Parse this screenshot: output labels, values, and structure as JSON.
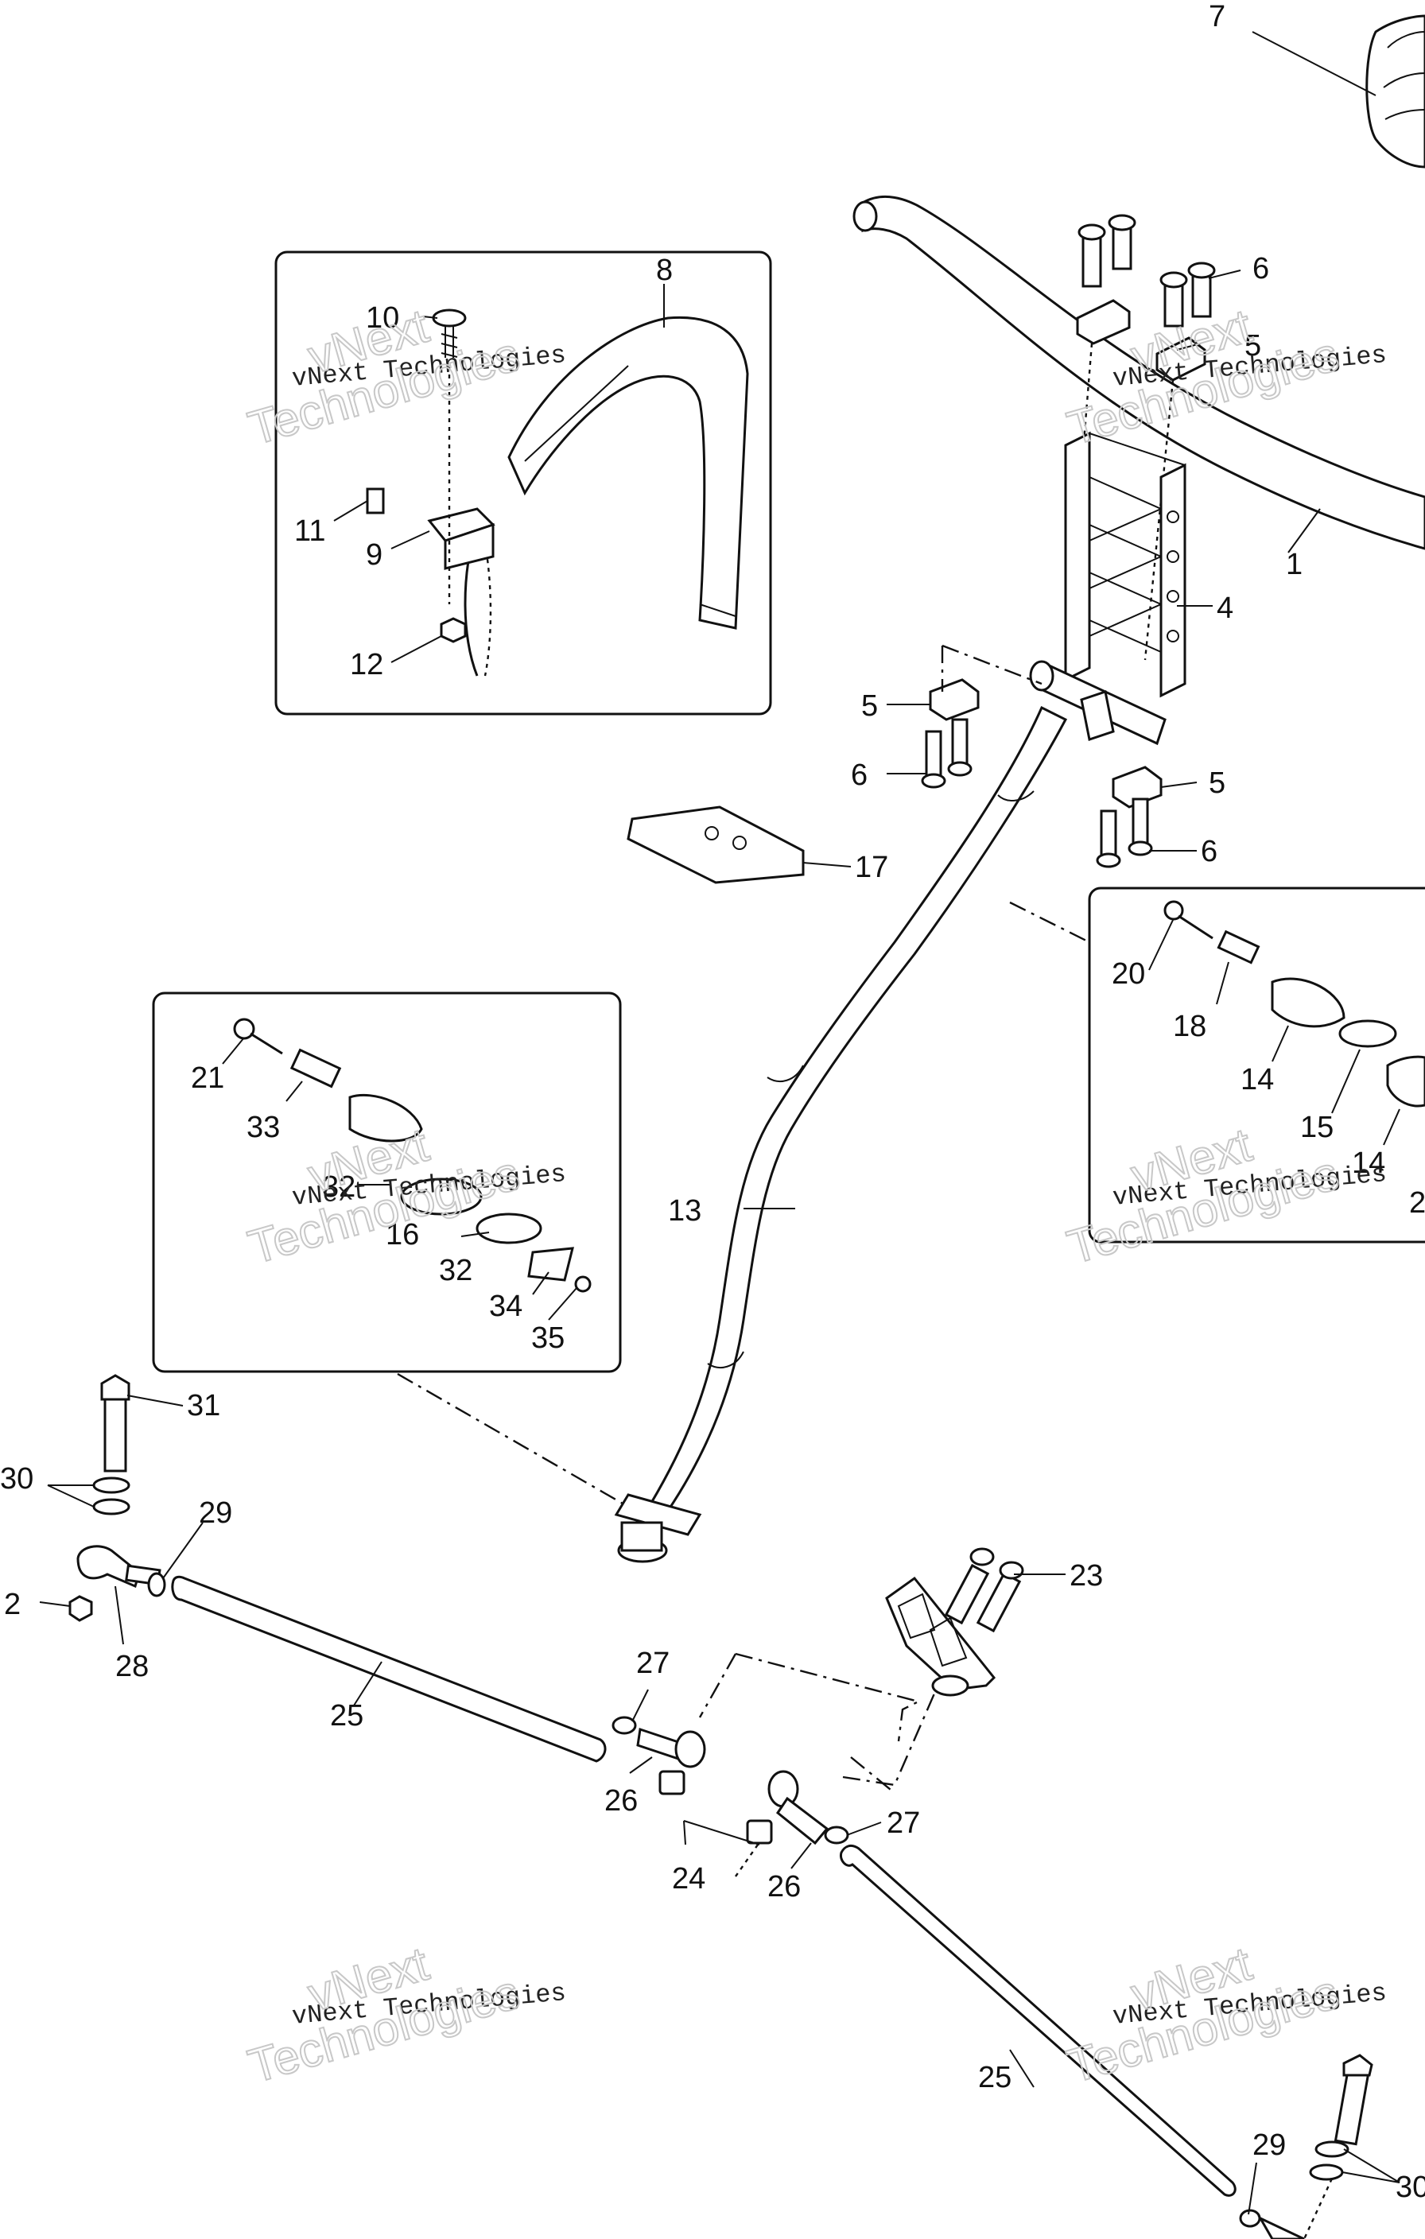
{
  "watermark": {
    "line1": "vNext Technologies",
    "line2a": "vNext",
    "line2b": "Technologies"
  },
  "callouts": [
    {
      "id": "c1",
      "text": "1"
    },
    {
      "id": "c2a",
      "text": "2"
    },
    {
      "id": "c2b",
      "text": "2"
    },
    {
      "id": "c4",
      "text": "4"
    },
    {
      "id": "c5a",
      "text": "5"
    },
    {
      "id": "c5b",
      "text": "5"
    },
    {
      "id": "c5c",
      "text": "5"
    },
    {
      "id": "c6a",
      "text": "6"
    },
    {
      "id": "c6b",
      "text": "6"
    },
    {
      "id": "c6c",
      "text": "6"
    },
    {
      "id": "c7",
      "text": "7"
    },
    {
      "id": "c8",
      "text": "8"
    },
    {
      "id": "c9",
      "text": "9"
    },
    {
      "id": "c10",
      "text": "10"
    },
    {
      "id": "c11",
      "text": "11"
    },
    {
      "id": "c12",
      "text": "12"
    },
    {
      "id": "c13",
      "text": "13"
    },
    {
      "id": "c14a",
      "text": "14"
    },
    {
      "id": "c14b",
      "text": "14"
    },
    {
      "id": "c15",
      "text": "15"
    },
    {
      "id": "c16",
      "text": "16"
    },
    {
      "id": "c17",
      "text": "17"
    },
    {
      "id": "c18",
      "text": "18"
    },
    {
      "id": "c20",
      "text": "20"
    },
    {
      "id": "c21",
      "text": "21"
    },
    {
      "id": "c23",
      "text": "23"
    },
    {
      "id": "c24",
      "text": "24"
    },
    {
      "id": "c25a",
      "text": "25"
    },
    {
      "id": "c25b",
      "text": "25"
    },
    {
      "id": "c26a",
      "text": "26"
    },
    {
      "id": "c26b",
      "text": "26"
    },
    {
      "id": "c27a",
      "text": "27"
    },
    {
      "id": "c27b",
      "text": "27"
    },
    {
      "id": "c28",
      "text": "28"
    },
    {
      "id": "c29a",
      "text": "29"
    },
    {
      "id": "c29b",
      "text": "29"
    },
    {
      "id": "c30a",
      "text": "30"
    },
    {
      "id": "c30b",
      "text": "30"
    },
    {
      "id": "c31",
      "text": "31"
    },
    {
      "id": "c32a",
      "text": "32"
    },
    {
      "id": "c32b",
      "text": "32"
    },
    {
      "id": "c33",
      "text": "33"
    },
    {
      "id": "c34",
      "text": "34"
    },
    {
      "id": "c35",
      "text": "35"
    }
  ]
}
